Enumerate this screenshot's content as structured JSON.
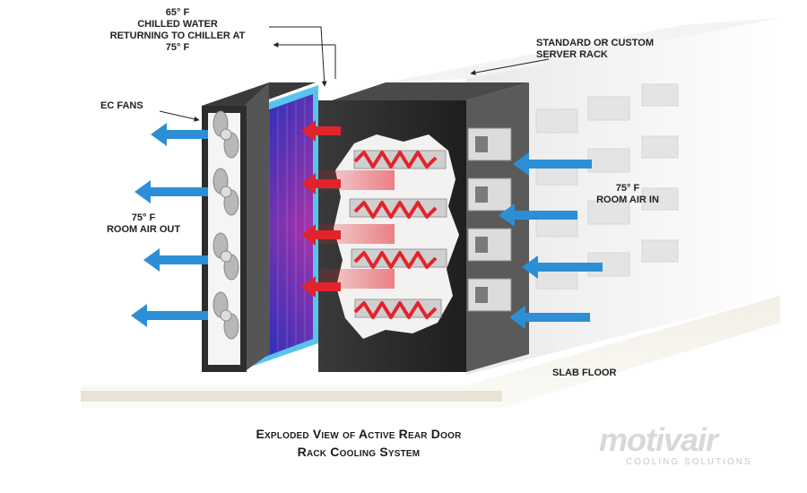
{
  "diagram": {
    "labels": {
      "chilled_water": [
        "65° F",
        "CHILLED WATER",
        "RETURNING TO CHILLER AT",
        "75° F"
      ],
      "server_rack": [
        "STANDARD OR CUSTOM",
        "SERVER RACK"
      ],
      "ec_fans": "EC FANS",
      "room_air_out": [
        "75° F",
        "ROOM AIR OUT"
      ],
      "room_air_in": [
        "75° F",
        "ROOM AIR IN"
      ],
      "slab_floor": "SLAB FLOOR"
    },
    "caption": [
      "Exploded View of Active Rear Door",
      "Rack Cooling System"
    ],
    "logo": {
      "word": "motivair",
      "tagline": "COOLING SOLUTIONS"
    },
    "colors": {
      "airflow_blue": "#2c8fd6",
      "heat_red": "#e3232b",
      "coil_blue": "#2a3fd0",
      "coil_magenta": "#d0307c",
      "rack_dark": "#2a2a2a",
      "frame_cyan": "#58c4ee"
    }
  }
}
